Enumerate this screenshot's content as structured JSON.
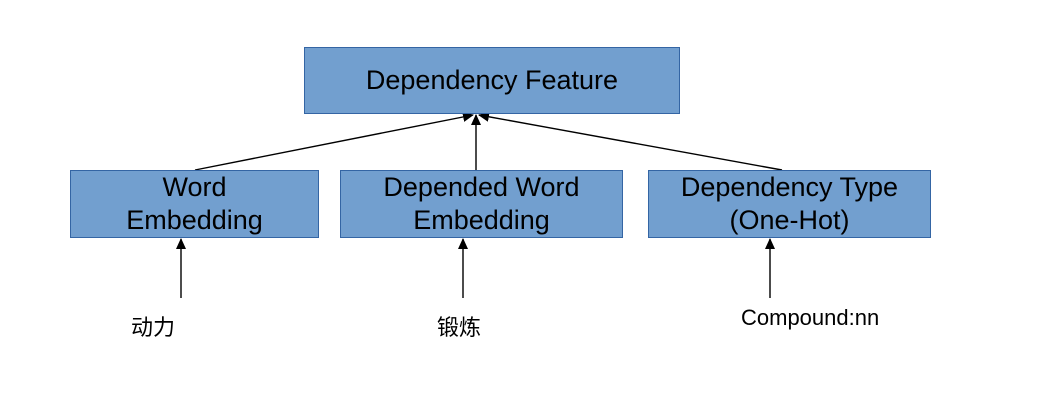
{
  "colors": {
    "box_fill": "#729fcf",
    "box_border": "#3465a4",
    "arrow": "#000000",
    "text": "#000000"
  },
  "top_node": {
    "label": "Dependency    Feature"
  },
  "feature_nodes": [
    {
      "line1": "Word",
      "line2": "Embedding"
    },
    {
      "line1": "Depended Word",
      "line2": "Embedding"
    },
    {
      "line1": "Dependency Type",
      "line2": "(One-Hot)"
    }
  ],
  "inputs": [
    {
      "text": "动力"
    },
    {
      "text": "锻炼"
    },
    {
      "text": "Compound:nn"
    }
  ],
  "edges": [
    {
      "from": "feature_nodes.0",
      "to": "top_node"
    },
    {
      "from": "feature_nodes.1",
      "to": "top_node"
    },
    {
      "from": "feature_nodes.2",
      "to": "top_node"
    },
    {
      "from": "inputs.0",
      "to": "feature_nodes.0"
    },
    {
      "from": "inputs.1",
      "to": "feature_nodes.1"
    },
    {
      "from": "inputs.2",
      "to": "feature_nodes.2"
    }
  ]
}
